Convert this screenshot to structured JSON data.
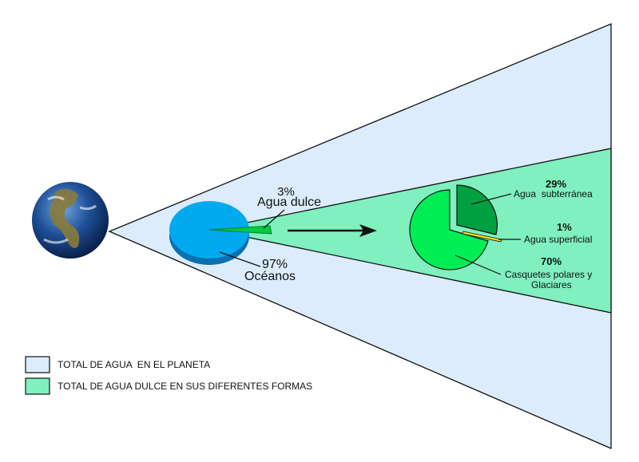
{
  "main_pie": {
    "freshwater": {
      "percent": "3%",
      "label": "Agua dulce",
      "value": 3
    },
    "oceans": {
      "percent": "97%",
      "label": "Océanos",
      "value": 97
    }
  },
  "fresh_pie": {
    "groundwater": {
      "percent": "29%",
      "label": "Agua  subterránea",
      "value": 29
    },
    "surface": {
      "percent": "1%",
      "label": "Agua superficial",
      "value": 1
    },
    "ice": {
      "percent": "70%",
      "label_line1": "Casquetes polares y",
      "label_line2": "Glaciares",
      "value": 70
    }
  },
  "legend": [
    {
      "label": "TOTAL DE AGUA  EN EL PLANETA",
      "color": "#dcecfc"
    },
    {
      "label": "TOTAL DE AGUA DULCE EN SUS DIFERENTES FORMAS",
      "color": "#7ff0be"
    }
  ],
  "colors": {
    "ocean": "#00aaee",
    "fresh": "#00ee55",
    "groundwater": "#00a040",
    "surface": "#f0e020"
  }
}
